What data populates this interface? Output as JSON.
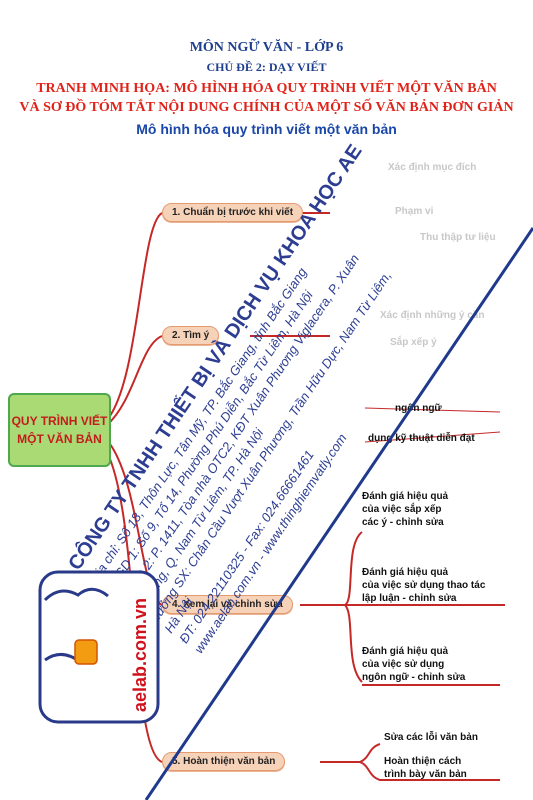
{
  "header": {
    "course": "MÔN NGỮ VĂN - LỚP 6",
    "topic": "CHỦ ĐỀ 2: DẠY VIẾT",
    "title_line1": "TRANH MINH HỌA: MÔ HÌNH HÓA QUY TRÌNH VIẾT MỘT VĂN BẢN",
    "title_line2": "VÀ SƠ ĐỒ TÓM TẮT NỘI DUNG CHÍNH CỦA MỘT SỐ VĂN BẢN ĐƠN GIẢN",
    "subtitle": "Mô hình hóa quy trình viết một văn bản"
  },
  "root": {
    "label": "QUY TRÌNH VIẾT\nMỘT VĂN BẢN"
  },
  "branches": [
    {
      "label": "1. Chuẩn bị trước khi viết"
    },
    {
      "label": "2. Tìm ý"
    },
    {
      "label": "4. Xem lại và chỉnh sửa"
    },
    {
      "label": "5. Hoàn thiện văn bản"
    }
  ],
  "leaves": {
    "ngon_ngu": "ngôn ngữ",
    "ky_thuat": "dụng kỹ thuật diễn đạt",
    "danh_gia_1": "Đánh giá hiệu quả\ncủa việc sắp xếp\ncác ý - chỉnh sửa",
    "danh_gia_2": "Đánh giá hiệu quả\ncủa việc sử dụng thao tác\nlập luận - chỉnh sửa",
    "danh_gia_3": "Đánh giá hiệu quả\ncủa việc sử dụng\nngôn ngữ - chỉnh sửa",
    "sua_loi": "Sửa các lỗi văn bản",
    "hoan_thien": "Hoàn thiện cách\ntrình bày văn bản"
  },
  "watermark": {
    "company": "CÔNG TY TNHH THIẾT BỊ VÀ DỊCH VỤ KHOA HỌC AE",
    "address": "Địa chỉ: Số 18, Thôn Lực, Tân Mỹ, TP. Bắc Giang, tỉnh Bắc Giang",
    "office1": "VPGD 1: Số 9, Tổ 14, Phường Phú Diễn, Bắc Từ Liêm, Hà Nội",
    "office2": "VPGD 2: P. 1411, Tòa nhà OTC2, KĐT Xuân Phương Viglacera, P. Xuân",
    "office2b": "Phương, Q. Nam Từ Liêm, TP. Hà Nội",
    "factory": "Xưởng SX: Chân Cầu Vượt Xuân Phương, Trần Hữu Dực, Nam Từ Liêm,",
    "factory2": "Hà Nội",
    "phone": "ĐT: 024.22110325  -  Fax: 024.66661461",
    "web": "www.aelab.com.vn  -  www.thinghiemvatly.com",
    "logo_text": "aelab.com.vn"
  }
}
